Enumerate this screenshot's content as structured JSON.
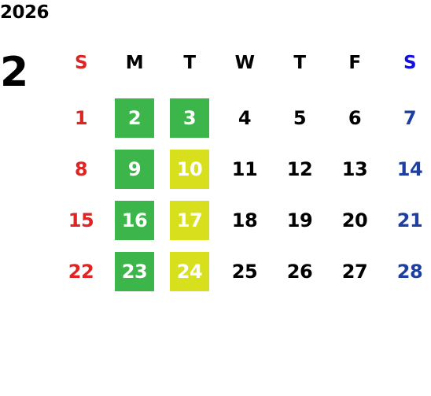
{
  "calendar": {
    "year": "2026",
    "month": "2",
    "weekdays": [
      "S",
      "M",
      "T",
      "W",
      "T",
      "F",
      "S"
    ],
    "weeks": [
      [
        "1",
        "2",
        "3",
        "4",
        "5",
        "6",
        "7"
      ],
      [
        "8",
        "9",
        "10",
        "11",
        "12",
        "13",
        "14"
      ],
      [
        "15",
        "16",
        "17",
        "18",
        "19",
        "20",
        "21"
      ],
      [
        "22",
        "23",
        "24",
        "25",
        "26",
        "27",
        "28"
      ]
    ],
    "highlights": {
      "green": [
        "2",
        "3",
        "9",
        "16",
        "23"
      ],
      "yellow": [
        "10",
        "17",
        "24"
      ]
    },
    "colors": {
      "sunday": "#e02424",
      "saturday_header": "#1010e0",
      "saturday": "#1e3fa0",
      "weekday": "#000000",
      "highlight_green": "#3cb64a",
      "highlight_yellow": "#d8e01e",
      "highlight_text": "#ffffff"
    }
  }
}
